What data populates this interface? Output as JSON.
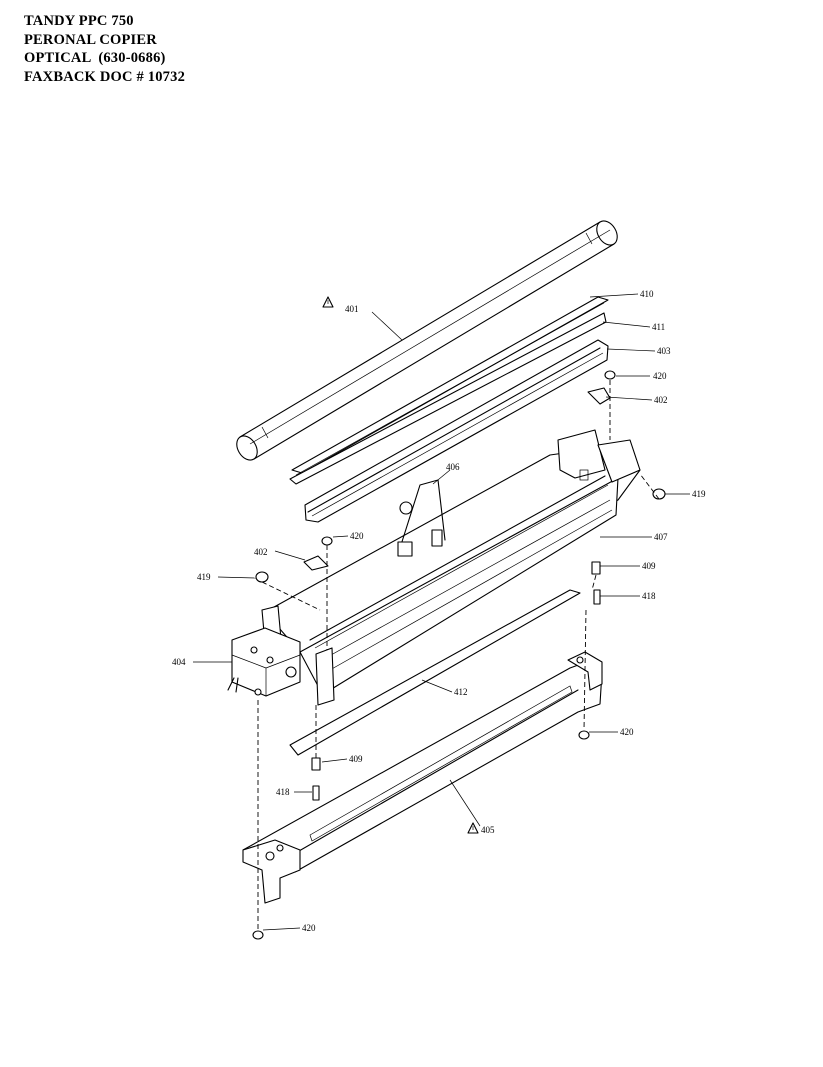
{
  "header": {
    "lines": [
      "TANDY PPC 750",
      "PERONAL COPIER",
      "OPTICAL  (630-0686)",
      "FAXBACK DOC # 10732"
    ]
  },
  "parts": {
    "p401": "401",
    "p410": "410",
    "p411": "411",
    "p403": "403",
    "p420a": "420",
    "p402a": "402",
    "p406": "406",
    "p419a": "419",
    "p420b": "420",
    "p402b": "402",
    "p407": "407",
    "p419b": "419",
    "p409a": "409",
    "p418a": "418",
    "p404": "404",
    "p412": "412",
    "p420c": "420",
    "p409b": "409",
    "p418b": "418",
    "p405": "405",
    "p420d": "420"
  },
  "icons": {
    "caution": "warning-triangle-icon"
  }
}
